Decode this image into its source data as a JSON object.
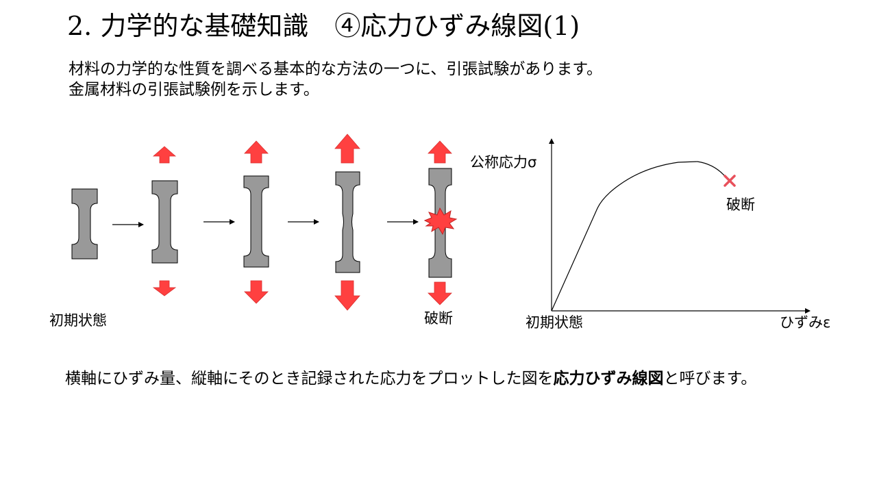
{
  "slide": {
    "title": "2. 力学的な基礎知識　④応力ひずみ線図(1)",
    "intro_line1": "材料の力学的な性質を調べる基本的な方法の一つに、引張試験があります。",
    "intro_line2": "金属材料の引張試験例を示します。"
  },
  "specimens": {
    "initial_label": "初期状態",
    "fracture_label": "破断"
  },
  "chart_data": {
    "type": "line",
    "ylabel": "公称応力σ",
    "xlabel": "ひずみε",
    "origin_label": "初期状態",
    "annotations": [
      {
        "text": "破断",
        "marker": "x",
        "color": "#e8505b"
      }
    ]
  },
  "footer": {
    "text_before": "　横軸にひずみ量、縦軸にそのとき記録された応力をプロットした図を",
    "bold_text": "応力ひずみ線図",
    "text_after": "と呼びます。"
  },
  "colors": {
    "specimen_fill": "#999999",
    "arrow_red": "#ff4040",
    "fracture_mark": "#e8505b"
  }
}
